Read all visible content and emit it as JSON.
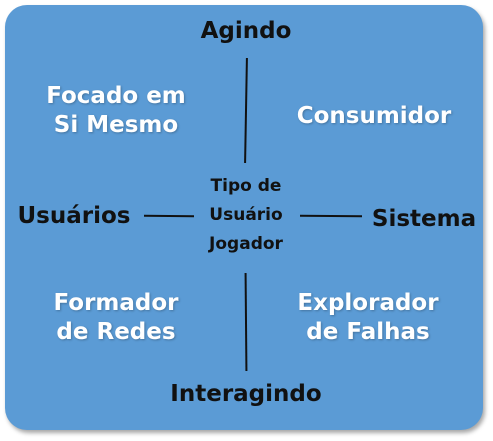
{
  "axes": {
    "top": "Agindo",
    "bottom": "Interagindo",
    "left": "Usuários",
    "right": "Sistema"
  },
  "center": {
    "line1": "Tipo de",
    "line2": "Usuário",
    "line3": "Jogador"
  },
  "quadrants": {
    "top_left": {
      "line1": "Focado em",
      "line2": "Si Mesmo"
    },
    "top_right": {
      "line1": "Consumidor"
    },
    "bottom_left": {
      "line1": "Formador",
      "line2": "de Redes"
    },
    "bottom_right": {
      "line1": "Explorador",
      "line2": "de Falhas"
    }
  },
  "colors": {
    "panel": "#5b9bd5",
    "axis_text": "#111111",
    "quadrant_text": "#ffffff"
  }
}
